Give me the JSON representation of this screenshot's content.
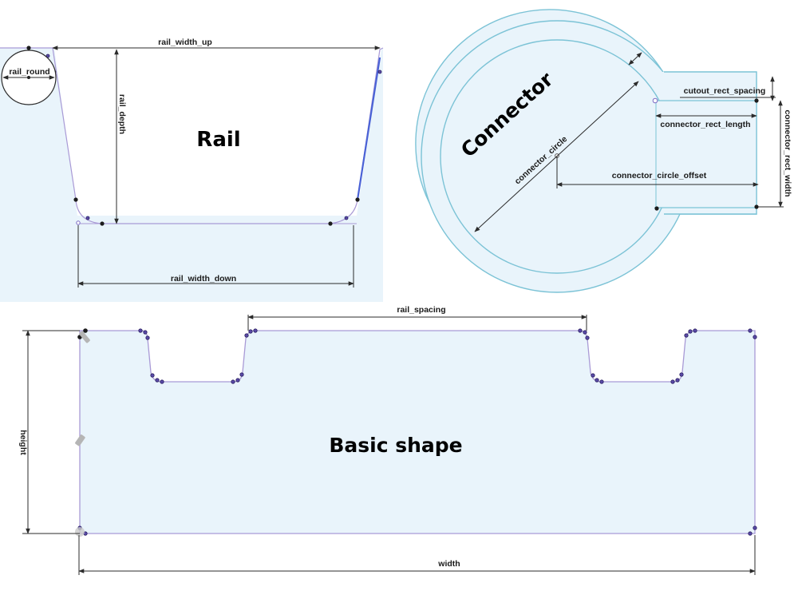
{
  "rail": {
    "title": "Rail",
    "dims": {
      "width_up": "rail_width_up",
      "width_down": "rail_width_down",
      "depth": "rail_depth",
      "round": "rail_round"
    }
  },
  "connector": {
    "title": "Connector",
    "dims": {
      "circle": "connector_circle",
      "circle_offset": "connector_circle_offset",
      "rect_length": "connector_rect_length",
      "rect_width": "connector_rect_width",
      "cutout_spacing": "cutout_rect_spacing"
    }
  },
  "basic_shape": {
    "title": "Basic shape",
    "dims": {
      "rail_spacing": "rail_spacing",
      "height": "height",
      "width": "width"
    }
  },
  "colors": {
    "fill": "#e9f4fb",
    "outline": "#a99ad6",
    "connector_outline": "#7cc3d6",
    "accent_line": "#4a62d6",
    "dimension": "#2b2b2b"
  }
}
